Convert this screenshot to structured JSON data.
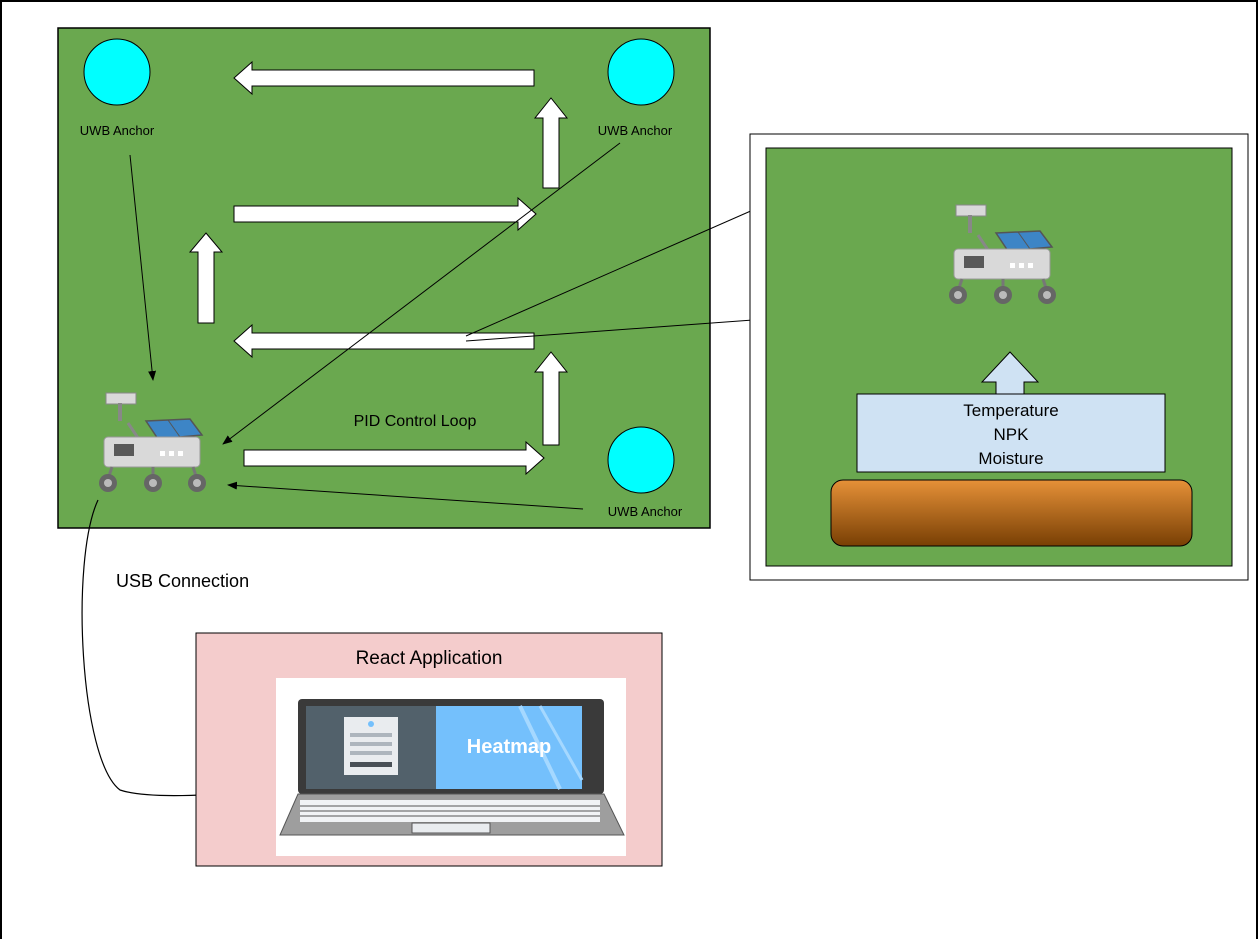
{
  "field": {
    "anchors": [
      {
        "label": "UWB Anchor"
      },
      {
        "label": "UWB Anchor"
      },
      {
        "label": "UWB Anchor"
      }
    ],
    "loop_label": "PID Control Loop"
  },
  "inset": {
    "sensors": [
      "Temperature",
      "NPK",
      "Moisture"
    ]
  },
  "usb_label": "USB Connection",
  "app": {
    "title": "React Application",
    "screen_label": "Heatmap"
  },
  "colors": {
    "field_green": "#6aa84f",
    "anchor_cyan": "#00ffff",
    "sensor_box": "#cfe2f3",
    "app_panel": "#f4cccc",
    "soil_top": "#e69138",
    "soil_bottom": "#783f04",
    "heatmap_blue": "#74c0fc"
  }
}
